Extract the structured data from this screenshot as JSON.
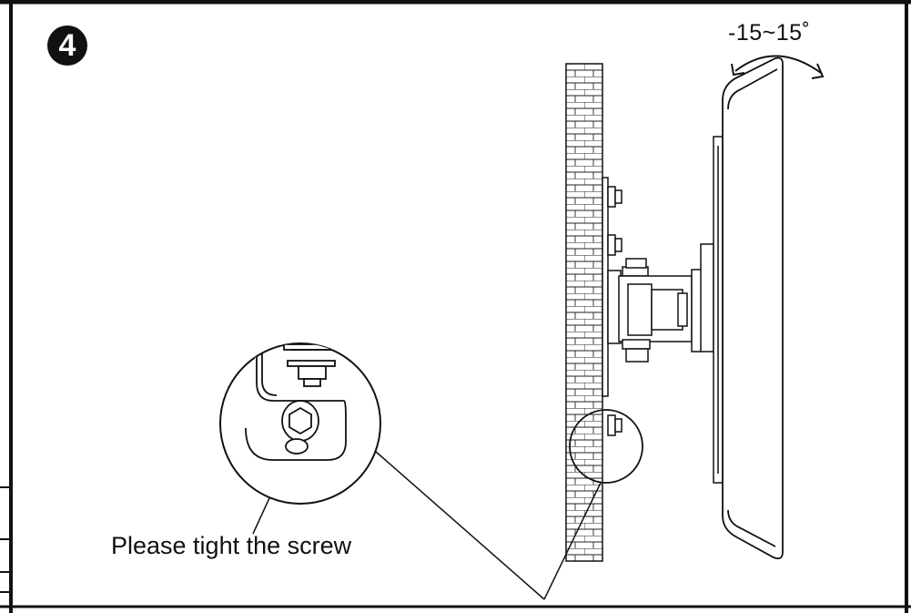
{
  "step": {
    "number": "4"
  },
  "tilt": {
    "range_label": "-15~15˚"
  },
  "callout": {
    "caption": "Please tight the screw"
  },
  "colors": {
    "ink": "#111111",
    "paper": "#ffffff"
  }
}
